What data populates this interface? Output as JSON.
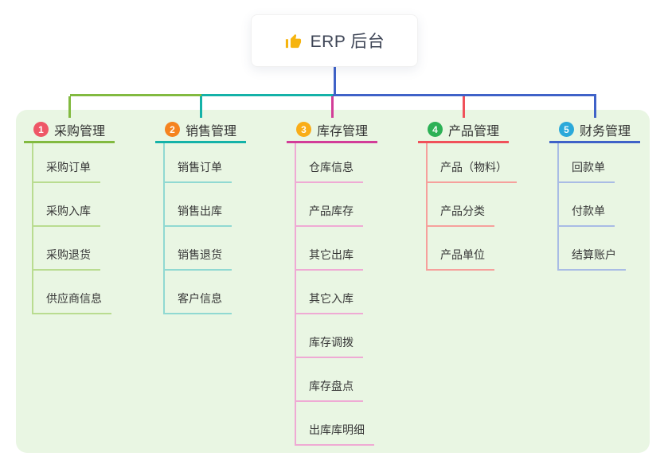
{
  "root_node": {
    "label": "ERP 后台",
    "icon": "thumbs-up"
  },
  "canvas": {
    "background": "#ffffff",
    "panel_background": "#e9f6e3",
    "stem_color": "#3f62c8"
  },
  "branches": [
    {
      "number": "1",
      "label": "采购管理",
      "badge_color": "#ee5767",
      "line_color": "#82ba40",
      "child_line_color": "#b9dc90",
      "children": [
        "采购订单",
        "采购入库",
        "采购退货",
        "供应商信息"
      ]
    },
    {
      "number": "2",
      "label": "销售管理",
      "badge_color": "#f5831f",
      "line_color": "#14b2a8",
      "child_line_color": "#90d9d2",
      "children": [
        "销售订单",
        "销售出库",
        "销售退货",
        "客户信息"
      ]
    },
    {
      "number": "3",
      "label": "库存管理",
      "badge_color": "#f9ad18",
      "line_color": "#d23d98",
      "child_line_color": "#efaad4",
      "children": [
        "仓库信息",
        "产品库存",
        "其它出库",
        "其它入库",
        "库存调拨",
        "库存盘点",
        "出库库明细"
      ]
    },
    {
      "number": "4",
      "label": "产品管理",
      "badge_color": "#2cb156",
      "line_color": "#f0515a",
      "child_line_color": "#f6a09c",
      "children": [
        "产品（物料）",
        "产品分类",
        "产品单位"
      ]
    },
    {
      "number": "5",
      "label": "财务管理",
      "badge_color": "#2ba9da",
      "line_color": "#3f62c8",
      "child_line_color": "#a9bce5",
      "children": [
        "回款单",
        "付款单",
        "结算账户"
      ]
    }
  ]
}
